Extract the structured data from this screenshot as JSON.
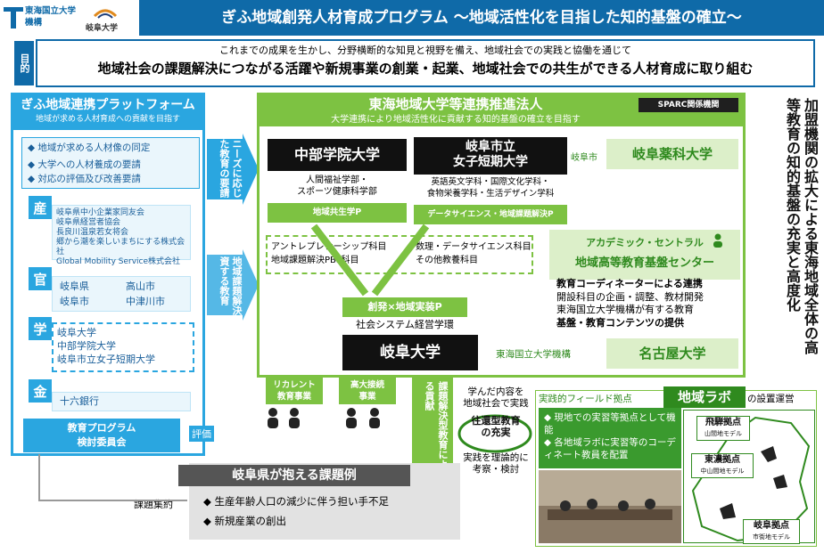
{
  "header": {
    "logo_org": "東海国立大学機構",
    "logo_univ": "岐阜大学",
    "title": "ぎふ地域創発人材育成プログラム ～地域活性化を目指した知的基盤の確立～"
  },
  "purpose": {
    "tag": "目的",
    "sub": "これまでの成果を生かし、分野横断的な知見と視野を備え、地域社会での実践と協働を通じて",
    "main": "地域社会の課題解決につながる活躍や新規事業の創業・起業、地域社会での共生ができる人材育成に取り組む"
  },
  "platform": {
    "title": "ぎふ地域連携プラットフォーム",
    "subtitle": "地域が求める人材育成への貢献を目指す",
    "bullets": [
      "地域が求める人材像の同定",
      "大学への人材養成の要請",
      "対応の評価及び改善要請"
    ],
    "sections": [
      {
        "tag": "産",
        "items": [
          "岐阜県中小企業家同友会",
          "岐阜県経営者協会",
          "長良川温泉若女将会",
          "郷から潮を楽しいまちにする株式会社",
          "Global Mobility Service株式会社"
        ]
      },
      {
        "tag": "官",
        "items": [
          "岐阜県",
          "高山市",
          "岐阜市",
          "中津川市"
        ]
      },
      {
        "tag": "学",
        "items": [
          "岐阜大学",
          "中部学院大学",
          "岐阜市立女子短期大学"
        ]
      },
      {
        "tag": "金",
        "items": [
          "十六銀行"
        ]
      }
    ],
    "committee": "教育プログラム\n検討委員会",
    "eval": "評価"
  },
  "arrows": {
    "needs": "ニーズに応じた教育の要請",
    "contribute": "地域課題解決に資する教育"
  },
  "consortium": {
    "title": "東海地域大学等連携推進法人",
    "subtitle": "大学連携により地域活性化に貢献する知的基盤の確立を目指す",
    "sparc": "SPARC関係機関",
    "chubu": {
      "name": "中部学院大学",
      "depts": "人間福祉学部・\nスポーツ健康科学部",
      "program": "地域共生学P"
    },
    "gifu_women": {
      "name": "岐阜市立\n女子短期大学",
      "depts": "英語英文学科・国際文化学科・\n食物栄養学科・生活デザイン学科",
      "program": "データサイエンス・地域課題解決P"
    },
    "gifu_city": "岐阜市",
    "pharm": "岐阜薬科大学",
    "electives_left": "アントレプレナーシップ科目\n地域課題解決PBL科目",
    "electives_right": "数理・データサイエンス科目\nその他教養科目",
    "academic_center_t1": "アカデミック・セントラル",
    "academic_center_t2": "地域高等教育基盤センター",
    "coord": [
      "教育コーディネーターによる連携",
      "開設科目の企画・調整、教材開発",
      "東海国立大学機構が有する教育",
      "基盤・教育コンテンツの提供"
    ],
    "gifu_program": "創発×地域実装P",
    "gifu_dept": "社会システム経営学環",
    "gifu_univ": "岐阜大学",
    "tokai": "東海国立大学機構",
    "nagoya": "名古屋大学"
  },
  "right_vertical": "加盟機関の拡大による東海地域全体の高等教育の知的基盤の充実と高度化",
  "bottom": {
    "recurrent": "リカレント\n教育事業",
    "highschool": "高大接続\n事業",
    "contribution": "課題解決型教育による貢献",
    "learned": "学んだ内容を\n地域社会で実践",
    "cycle": "往還型教育\nの充実",
    "reflect": "実践を理論的に\n考察・検討",
    "field_base": "実践的フィールド拠点",
    "lab_tag": "地域ラボ",
    "lab_suffix": "の設置運営",
    "lab_bullets": [
      "現地での実習等拠点として機能",
      "各地域ラボに実習等のコーディネート教員を配置"
    ],
    "map_labels": [
      {
        "name": "飛騨拠点",
        "model": "山間地モデル"
      },
      {
        "name": "東濃拠点",
        "model": "中山間地モデル"
      },
      {
        "name": "岐阜拠点",
        "model": "市街地モデル"
      }
    ],
    "issues_label": "課題集約",
    "issues_title": "岐阜県が抱える課題例",
    "issues": [
      "生産年齢人口の減少に伴う担い手不足",
      "新規産業の創出"
    ]
  },
  "colors": {
    "blue": "#0f6aa8",
    "light_blue": "#2aa6e0",
    "green": "#7dc242",
    "dark_green": "#2f8a1e"
  }
}
